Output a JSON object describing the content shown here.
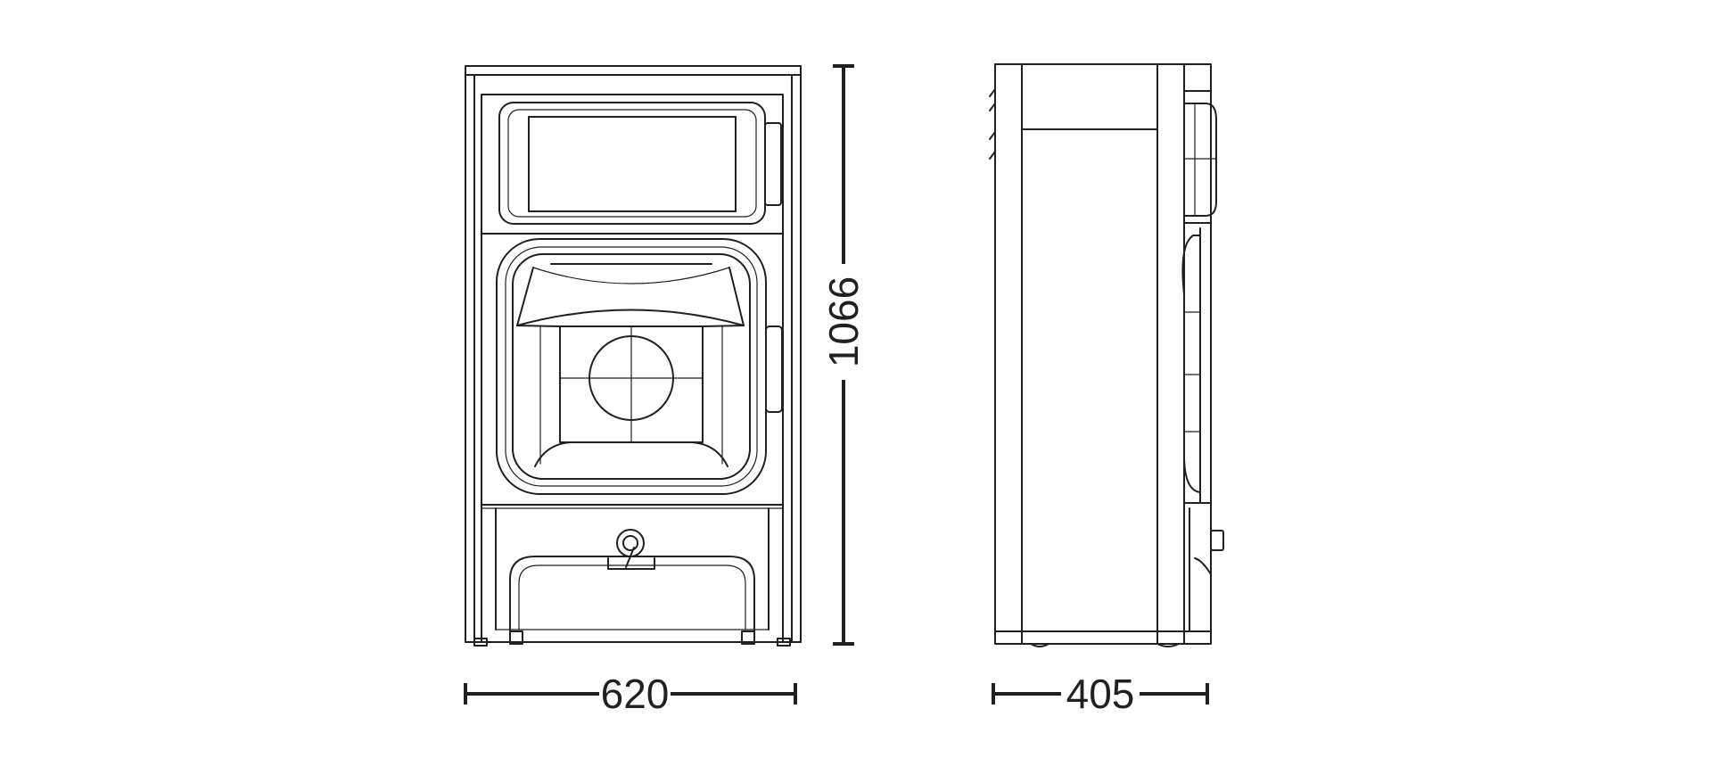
{
  "dimensions": {
    "width": "620",
    "height": "1066",
    "depth": "405"
  },
  "colors": {
    "line": "#231f20",
    "background": "#ffffff"
  }
}
